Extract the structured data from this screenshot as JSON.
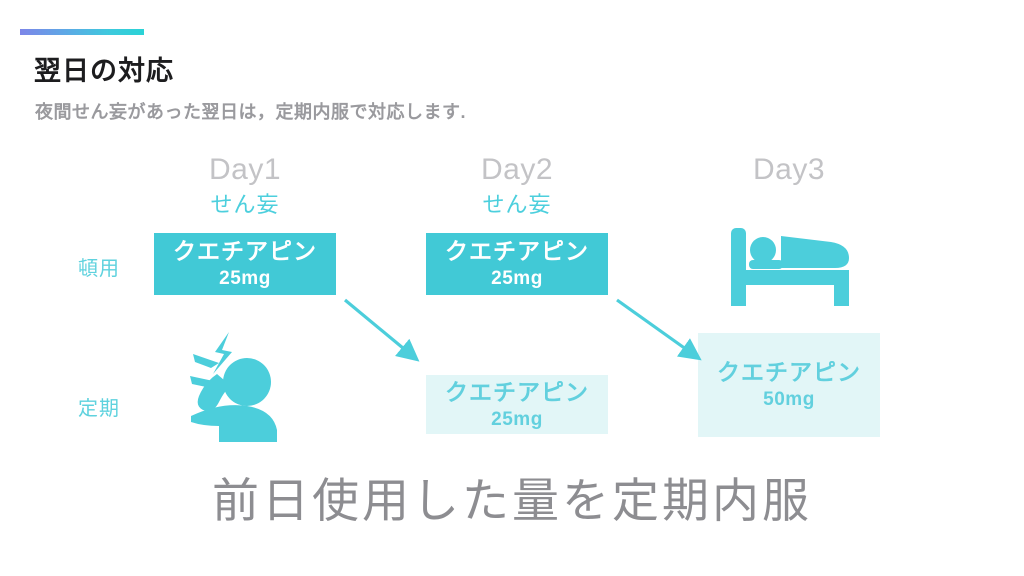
{
  "slide": {
    "title": "翌日の対応",
    "subtitle": "夜間せん妄があった翌日は，定期内服で対応します.",
    "caption": "前日使用した量を定期内服",
    "accent_gradient_from": "#7d86e8",
    "accent_gradient_to": "#2ad3d6",
    "background": "#ffffff"
  },
  "colors": {
    "cyan_solid": "#41c9d6",
    "cyan_text": "#62d0de",
    "cyan_light_bg": "#e2f6f7",
    "gray_day": "#c3c3c6",
    "gray_caption": "#8d8d91",
    "title_black": "#1d1d1f"
  },
  "rows": {
    "prn_label": "頓用",
    "regular_label": "定期"
  },
  "days": [
    {
      "label": "Day1",
      "state": "せん妄",
      "prn": {
        "name": "クエチアピン",
        "dose": "25mg",
        "style": "solid"
      },
      "regular": null,
      "icon": "distress-person-icon"
    },
    {
      "label": "Day2",
      "state": "せん妄",
      "prn": {
        "name": "クエチアピン",
        "dose": "25mg",
        "style": "solid"
      },
      "regular": {
        "name": "クエチアピン",
        "dose": "25mg",
        "style": "light"
      },
      "icon": null
    },
    {
      "label": "Day3",
      "state": "",
      "prn": null,
      "regular": {
        "name": "クエチアピン",
        "dose": "50mg",
        "style": "light"
      },
      "icon": "bed-rest-icon"
    }
  ],
  "arrows": [
    {
      "name": "arrow-day1-prn-to-day2-regular",
      "from": "Day1 頓用",
      "to": "Day2 定期"
    },
    {
      "name": "arrow-day2-prn-to-day3-regular",
      "from": "Day2 頓用",
      "to": "Day3 定期"
    }
  ]
}
